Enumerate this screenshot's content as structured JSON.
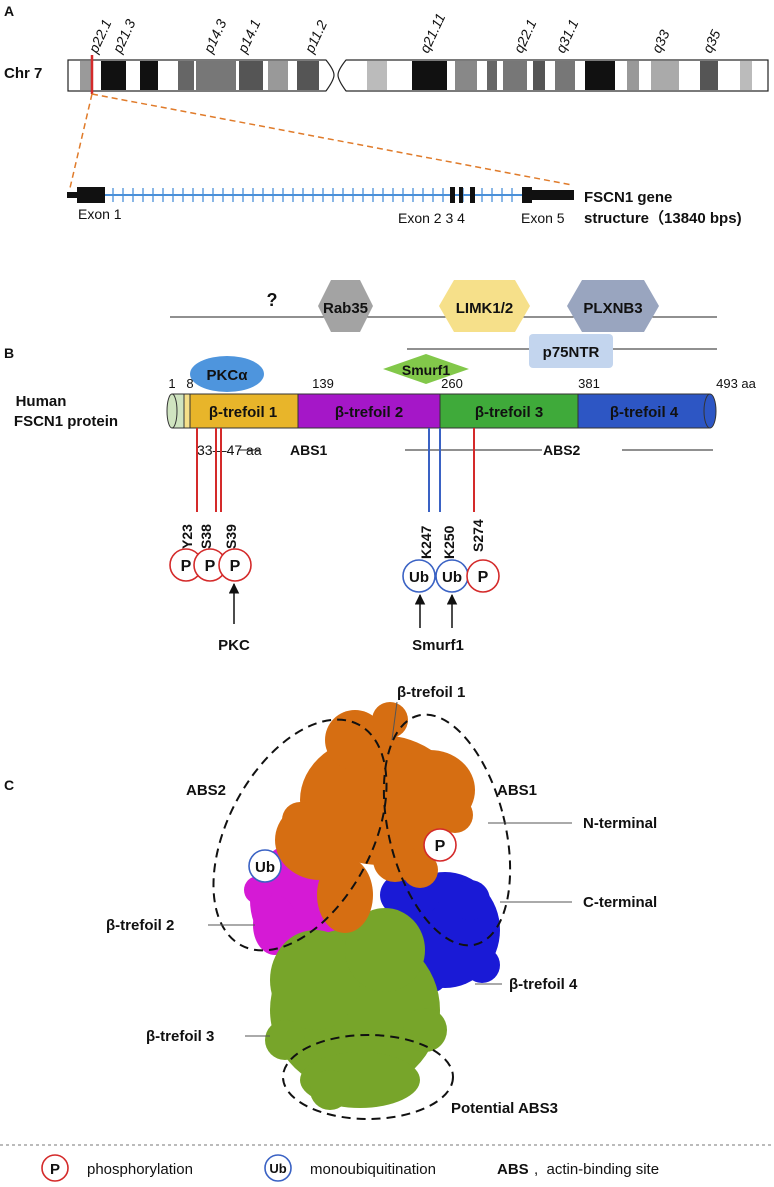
{
  "panels": {
    "a": "A",
    "b": "B",
    "c": "C"
  },
  "chromosome": {
    "label": "Chr 7",
    "bands": [
      "p22.1",
      "p21.3",
      "p14.3",
      "p14.1",
      "p11.2",
      "q21.11",
      "q22.1",
      "q31.1",
      "q33",
      "q35"
    ]
  },
  "gene": {
    "exon1": "Exon 1",
    "exon_mid": "Exon  2 3 4",
    "exon5": "Exon 5",
    "title_line1": "FSCN1 gene",
    "title_line2": "structure（13840 bps)"
  },
  "partners": {
    "unknown": "?",
    "rab35": "Rab35",
    "limk": "LIMK1/2",
    "plxnb3": "PLXNB3",
    "p75ntr": "p75NTR",
    "smurf1": "Smurf1",
    "pkc_alpha": "PKCα"
  },
  "protein": {
    "label_line1": "Human",
    "label_line2": "FSCN1 protein",
    "pos_1": "1",
    "pos_8": "8",
    "pos_139": "139",
    "pos_260": "260",
    "pos_381": "381",
    "pos_493": "493 aa",
    "domain1": "β-trefoil 1",
    "domain2": "β-trefoil 2",
    "domain3": "β-trefoil 3",
    "domain4": "β-trefoil 4",
    "abs1_range": "33—47 aa",
    "abs1": "ABS1",
    "abs2": "ABS2"
  },
  "sites": {
    "y23": "Y23",
    "s38": "S38",
    "s39": "S39",
    "k247": "K247",
    "k250": "K250",
    "s274": "S274",
    "p": "P",
    "ub": "Ub",
    "pkc": "PKC",
    "smurf1": "Smurf1"
  },
  "structure": {
    "trefoil1": "β-trefoil 1",
    "trefoil2": "β-trefoil 2",
    "trefoil3": "β-trefoil 3",
    "trefoil4": "β-trefoil 4",
    "abs1": "ABS1",
    "abs2": "ABS2",
    "n_terminal": "N-terminal",
    "c_terminal": "C-terminal",
    "potential_abs3": "Potential ABS3",
    "p": "P",
    "ub": "Ub"
  },
  "legend": {
    "p_symbol": "P",
    "phosphorylation": "phosphorylation",
    "ub_symbol": "Ub",
    "monoubiquitination": "monoubiquitination",
    "abs": "ABS",
    "actin_binding_site": ",  actin-binding site"
  },
  "colors": {
    "phospho": "#d42a2a",
    "ubiquitin": "#3a62c4",
    "trefoil1": "#e8b52a",
    "trefoil2": "#a517c8",
    "trefoil3": "#3faa3a",
    "trefoil4": "#2d56c4",
    "struct_orange": "#d66e12",
    "struct_magenta": "#d51ad5",
    "struct_green": "#77a52a",
    "struct_blue": "#1a1ad6",
    "label_purple": "#8a22b0",
    "label_green": "#4aa22a",
    "label_blue": "#3355cc"
  }
}
